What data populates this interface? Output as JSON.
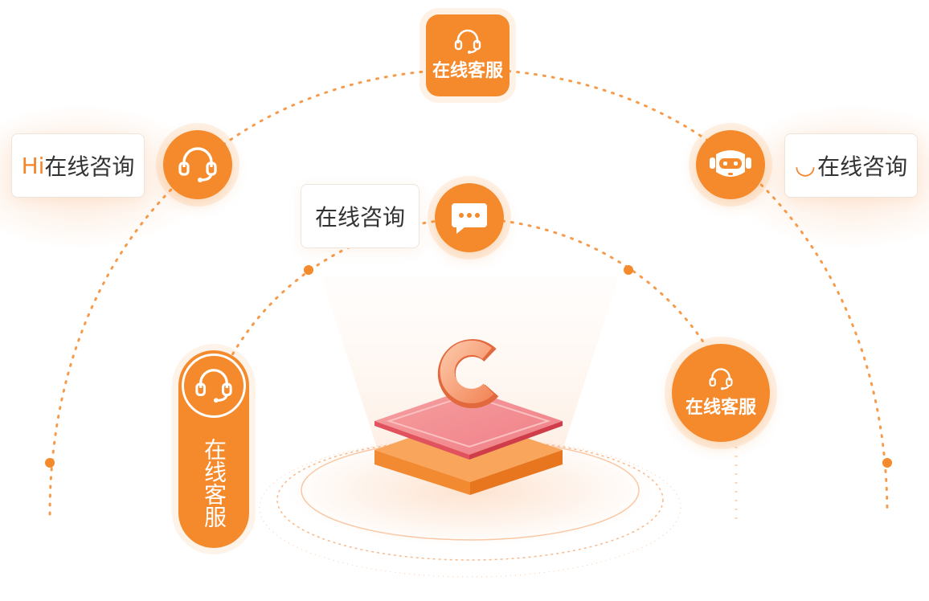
{
  "colors": {
    "accent": "#f58a2c",
    "accent_light": "#fbd4b4",
    "label_text": "#333333"
  },
  "nodes": {
    "top_square": {
      "label": "在线客服",
      "icon": "headset-icon"
    },
    "left_label": {
      "prefix": "Hi",
      "text": "在线咨询",
      "icon": "headset-icon"
    },
    "right_label": {
      "prefix": "◡",
      "text": "在线咨询",
      "icon": "robot-icon"
    },
    "inner_label": {
      "text": "在线咨询",
      "icon": "chat-bubble-icon"
    },
    "bottom_left_pill": {
      "label": "在线客服",
      "icon": "headset-icon"
    },
    "bottom_right_circle": {
      "label": "在线客服",
      "icon": "headset-icon"
    }
  },
  "center": {
    "logo_letter": "C",
    "icon": "platform-logo"
  }
}
